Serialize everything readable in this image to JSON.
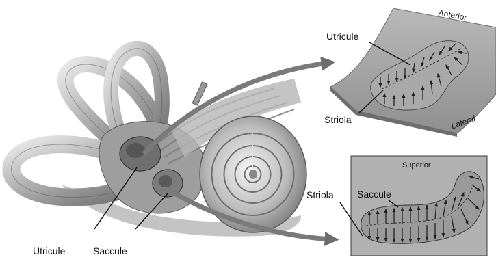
{
  "labels": {
    "utricule_main": "Utricule",
    "saccule_main": "Saccule",
    "utricule_inset": "Utricule",
    "striola_top": "Striola",
    "anterior": "Anterior",
    "lateral": "Lateral",
    "superior": "Superior",
    "striola_bottom": "Striola",
    "saccule_inset": "Saccule"
  }
}
